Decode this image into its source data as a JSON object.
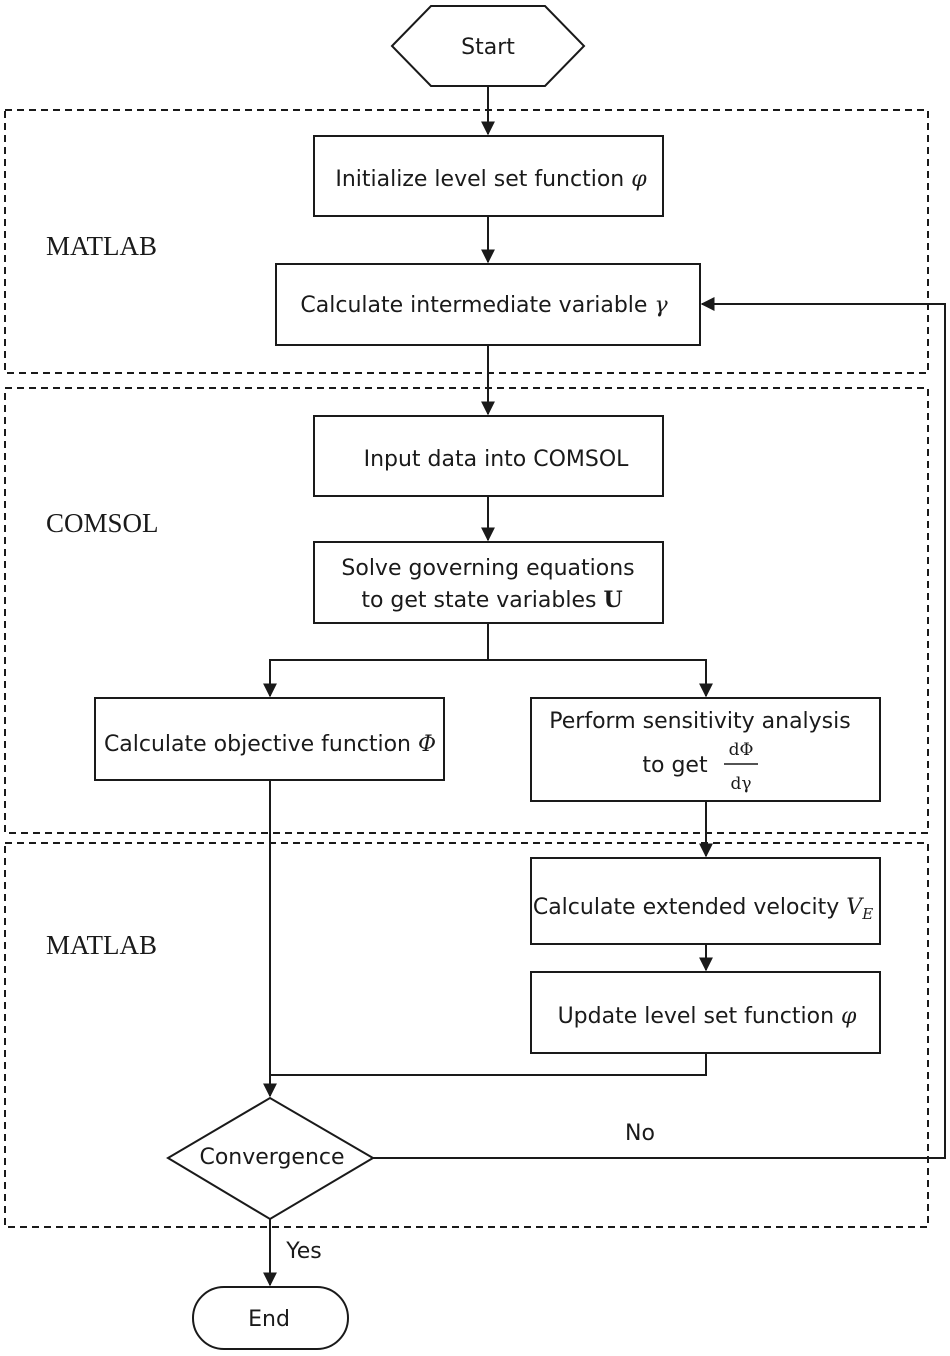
{
  "groups": [
    {
      "label": "MATLAB"
    },
    {
      "label": "COMSOL"
    },
    {
      "label": "MATLAB"
    }
  ],
  "nodes": {
    "start": "Start",
    "init": {
      "text": "Initialize level set function ",
      "symbol": "φ"
    },
    "calc_gamma": {
      "text": "Calculate intermediate variable ",
      "symbol": "γ"
    },
    "input_data": "Input data into COMSOL",
    "solve": {
      "line1": "Solve governing equations",
      "line2": "to get state variables ",
      "symbol": "U"
    },
    "objective": {
      "text": "Calculate objective function ",
      "symbol": "Φ"
    },
    "sensitivity": {
      "line1": "Perform sensitivity analysis",
      "line2": "to get",
      "numerator": "dΦ",
      "denominator": "dγ"
    },
    "velocity": {
      "text": "Calculate extended velocity ",
      "symbol": "V",
      "subscript": "E"
    },
    "update": {
      "text": "Update level set function ",
      "symbol": "φ"
    },
    "convergence": "Convergence",
    "end": "End"
  },
  "edges": {
    "no_label": "No",
    "yes_label": "Yes"
  }
}
